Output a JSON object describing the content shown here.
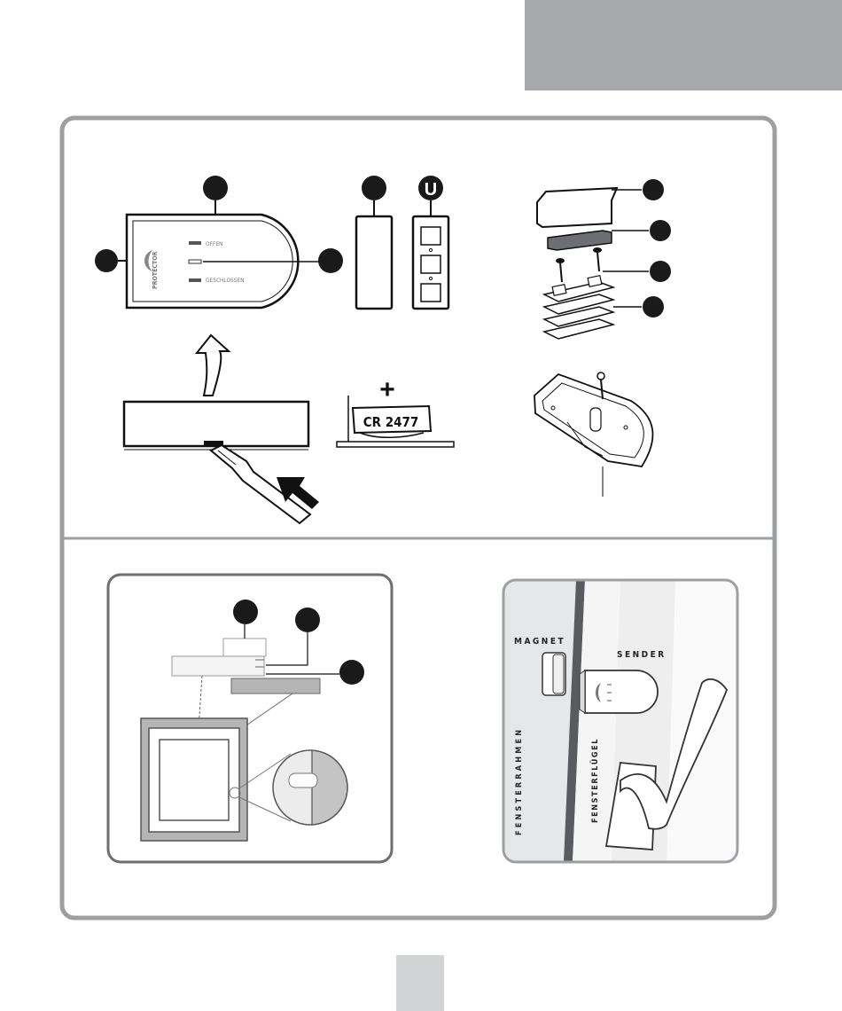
{
  "colors": {
    "header_block": "#a7a9ac",
    "panel_border": "#9d9fa2",
    "page_box": "#d1d3d4",
    "frame_gray": "#b5b5b5",
    "callout_fill": "#1a1a1a"
  },
  "sender": {
    "logo_text": "PROTECTOR",
    "led_open": "OFFEN",
    "led_closed": "GESCHLOSSEN"
  },
  "battery": {
    "plus_sign": "+",
    "label": "CR 2477"
  },
  "callouts": {
    "magnet_badge": "U"
  },
  "install_scene": {
    "magnet_label": "MAGNET",
    "sender_label": "SENDER",
    "frame_label": "FENSTERRAHMEN",
    "sash_label": "FENSTERFLÜGEL"
  },
  "page_number": ""
}
